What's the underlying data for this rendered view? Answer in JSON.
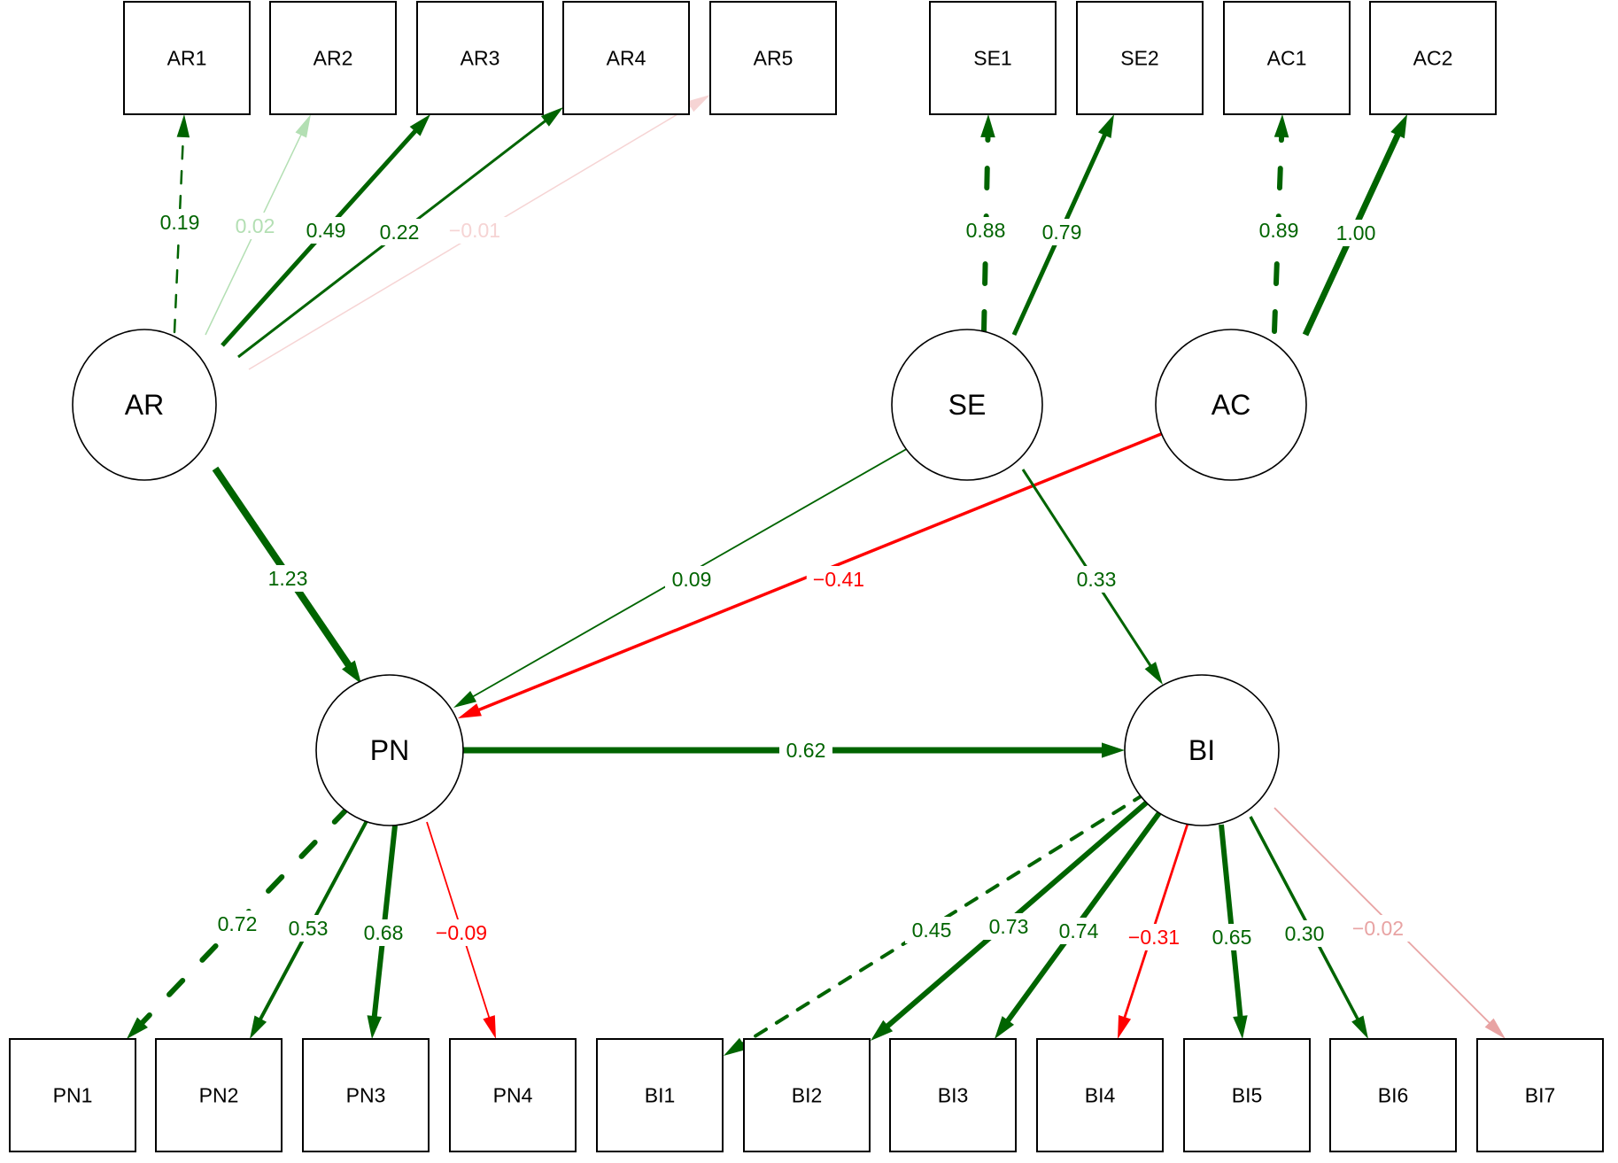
{
  "diagram": {
    "type": "structural-equation-model path diagram",
    "colors": {
      "positive": "#006400",
      "negative": "#ff0000",
      "weak_positive": "#b3dfb3",
      "weak_negative_faint": "#f6d4d4",
      "weak_negative": "#e8a3a3",
      "node_stroke": "#000000"
    },
    "latent_nodes": [
      {
        "id": "AR",
        "label": "AR"
      },
      {
        "id": "SE",
        "label": "SE"
      },
      {
        "id": "AC",
        "label": "AC"
      },
      {
        "id": "PN",
        "label": "PN"
      },
      {
        "id": "BI",
        "label": "BI"
      }
    ],
    "manifest_nodes": [
      {
        "id": "AR1",
        "label": "AR1"
      },
      {
        "id": "AR2",
        "label": "AR2"
      },
      {
        "id": "AR3",
        "label": "AR3"
      },
      {
        "id": "AR4",
        "label": "AR4"
      },
      {
        "id": "AR5",
        "label": "AR5"
      },
      {
        "id": "SE1",
        "label": "SE1"
      },
      {
        "id": "SE2",
        "label": "SE2"
      },
      {
        "id": "AC1",
        "label": "AC1"
      },
      {
        "id": "AC2",
        "label": "AC2"
      },
      {
        "id": "PN1",
        "label": "PN1"
      },
      {
        "id": "PN2",
        "label": "PN2"
      },
      {
        "id": "PN3",
        "label": "PN3"
      },
      {
        "id": "PN4",
        "label": "PN4"
      },
      {
        "id": "BI1",
        "label": "BI1"
      },
      {
        "id": "BI2",
        "label": "BI2"
      },
      {
        "id": "BI3",
        "label": "BI3"
      },
      {
        "id": "BI4",
        "label": "BI4"
      },
      {
        "id": "BI5",
        "label": "BI5"
      },
      {
        "id": "BI6",
        "label": "BI6"
      },
      {
        "id": "BI7",
        "label": "BI7"
      }
    ],
    "edges": [
      {
        "from": "AR",
        "to": "AR1",
        "label": "0.19",
        "value": 0.19,
        "style": "dashed",
        "color": "positive"
      },
      {
        "from": "AR",
        "to": "AR2",
        "label": "0.02",
        "value": 0.02,
        "style": "solid",
        "color": "weak_positive"
      },
      {
        "from": "AR",
        "to": "AR3",
        "label": "0.49",
        "value": 0.49,
        "style": "solid",
        "color": "positive"
      },
      {
        "from": "AR",
        "to": "AR4",
        "label": "0.22",
        "value": 0.22,
        "style": "solid",
        "color": "positive"
      },
      {
        "from": "AR",
        "to": "AR5",
        "label": "−0.01",
        "value": -0.01,
        "style": "solid",
        "color": "weak_negative_faint"
      },
      {
        "from": "SE",
        "to": "SE1",
        "label": "0.88",
        "value": 0.88,
        "style": "dashed",
        "color": "positive"
      },
      {
        "from": "SE",
        "to": "SE2",
        "label": "0.79",
        "value": 0.79,
        "style": "solid",
        "color": "positive"
      },
      {
        "from": "AC",
        "to": "AC1",
        "label": "0.89",
        "value": 0.89,
        "style": "dashed",
        "color": "positive"
      },
      {
        "from": "AC",
        "to": "AC2",
        "label": "1.00",
        "value": 1.0,
        "style": "solid",
        "color": "positive"
      },
      {
        "from": "AR",
        "to": "PN",
        "label": "1.23",
        "value": 1.23,
        "style": "solid",
        "color": "positive"
      },
      {
        "from": "SE",
        "to": "PN",
        "label": "0.09",
        "value": 0.09,
        "style": "solid",
        "color": "positive"
      },
      {
        "from": "AC",
        "to": "PN",
        "label": "−0.41",
        "value": -0.41,
        "style": "solid",
        "color": "negative"
      },
      {
        "from": "SE",
        "to": "BI",
        "label": "0.33",
        "value": 0.33,
        "style": "solid",
        "color": "positive"
      },
      {
        "from": "PN",
        "to": "BI",
        "label": "0.62",
        "value": 0.62,
        "style": "solid",
        "color": "positive"
      },
      {
        "from": "PN",
        "to": "PN1",
        "label": "0.72",
        "value": 0.72,
        "style": "dashed",
        "color": "positive"
      },
      {
        "from": "PN",
        "to": "PN2",
        "label": "0.53",
        "value": 0.53,
        "style": "solid",
        "color": "positive"
      },
      {
        "from": "PN",
        "to": "PN3",
        "label": "0.68",
        "value": 0.68,
        "style": "solid",
        "color": "positive"
      },
      {
        "from": "PN",
        "to": "PN4",
        "label": "−0.09",
        "value": -0.09,
        "style": "solid",
        "color": "negative"
      },
      {
        "from": "BI",
        "to": "BI1",
        "label": "0.45",
        "value": 0.45,
        "style": "dashed",
        "color": "positive"
      },
      {
        "from": "BI",
        "to": "BI2",
        "label": "0.73",
        "value": 0.73,
        "style": "solid",
        "color": "positive"
      },
      {
        "from": "BI",
        "to": "BI3",
        "label": "0.74",
        "value": 0.74,
        "style": "solid",
        "color": "positive"
      },
      {
        "from": "BI",
        "to": "BI4",
        "label": "−0.31",
        "value": -0.31,
        "style": "solid",
        "color": "negative"
      },
      {
        "from": "BI",
        "to": "BI5",
        "label": "0.65",
        "value": 0.65,
        "style": "solid",
        "color": "positive"
      },
      {
        "from": "BI",
        "to": "BI6",
        "label": "0.30",
        "value": 0.3,
        "style": "solid",
        "color": "positive"
      },
      {
        "from": "BI",
        "to": "BI7",
        "label": "−0.02",
        "value": -0.02,
        "style": "solid",
        "color": "weak_negative"
      }
    ]
  }
}
